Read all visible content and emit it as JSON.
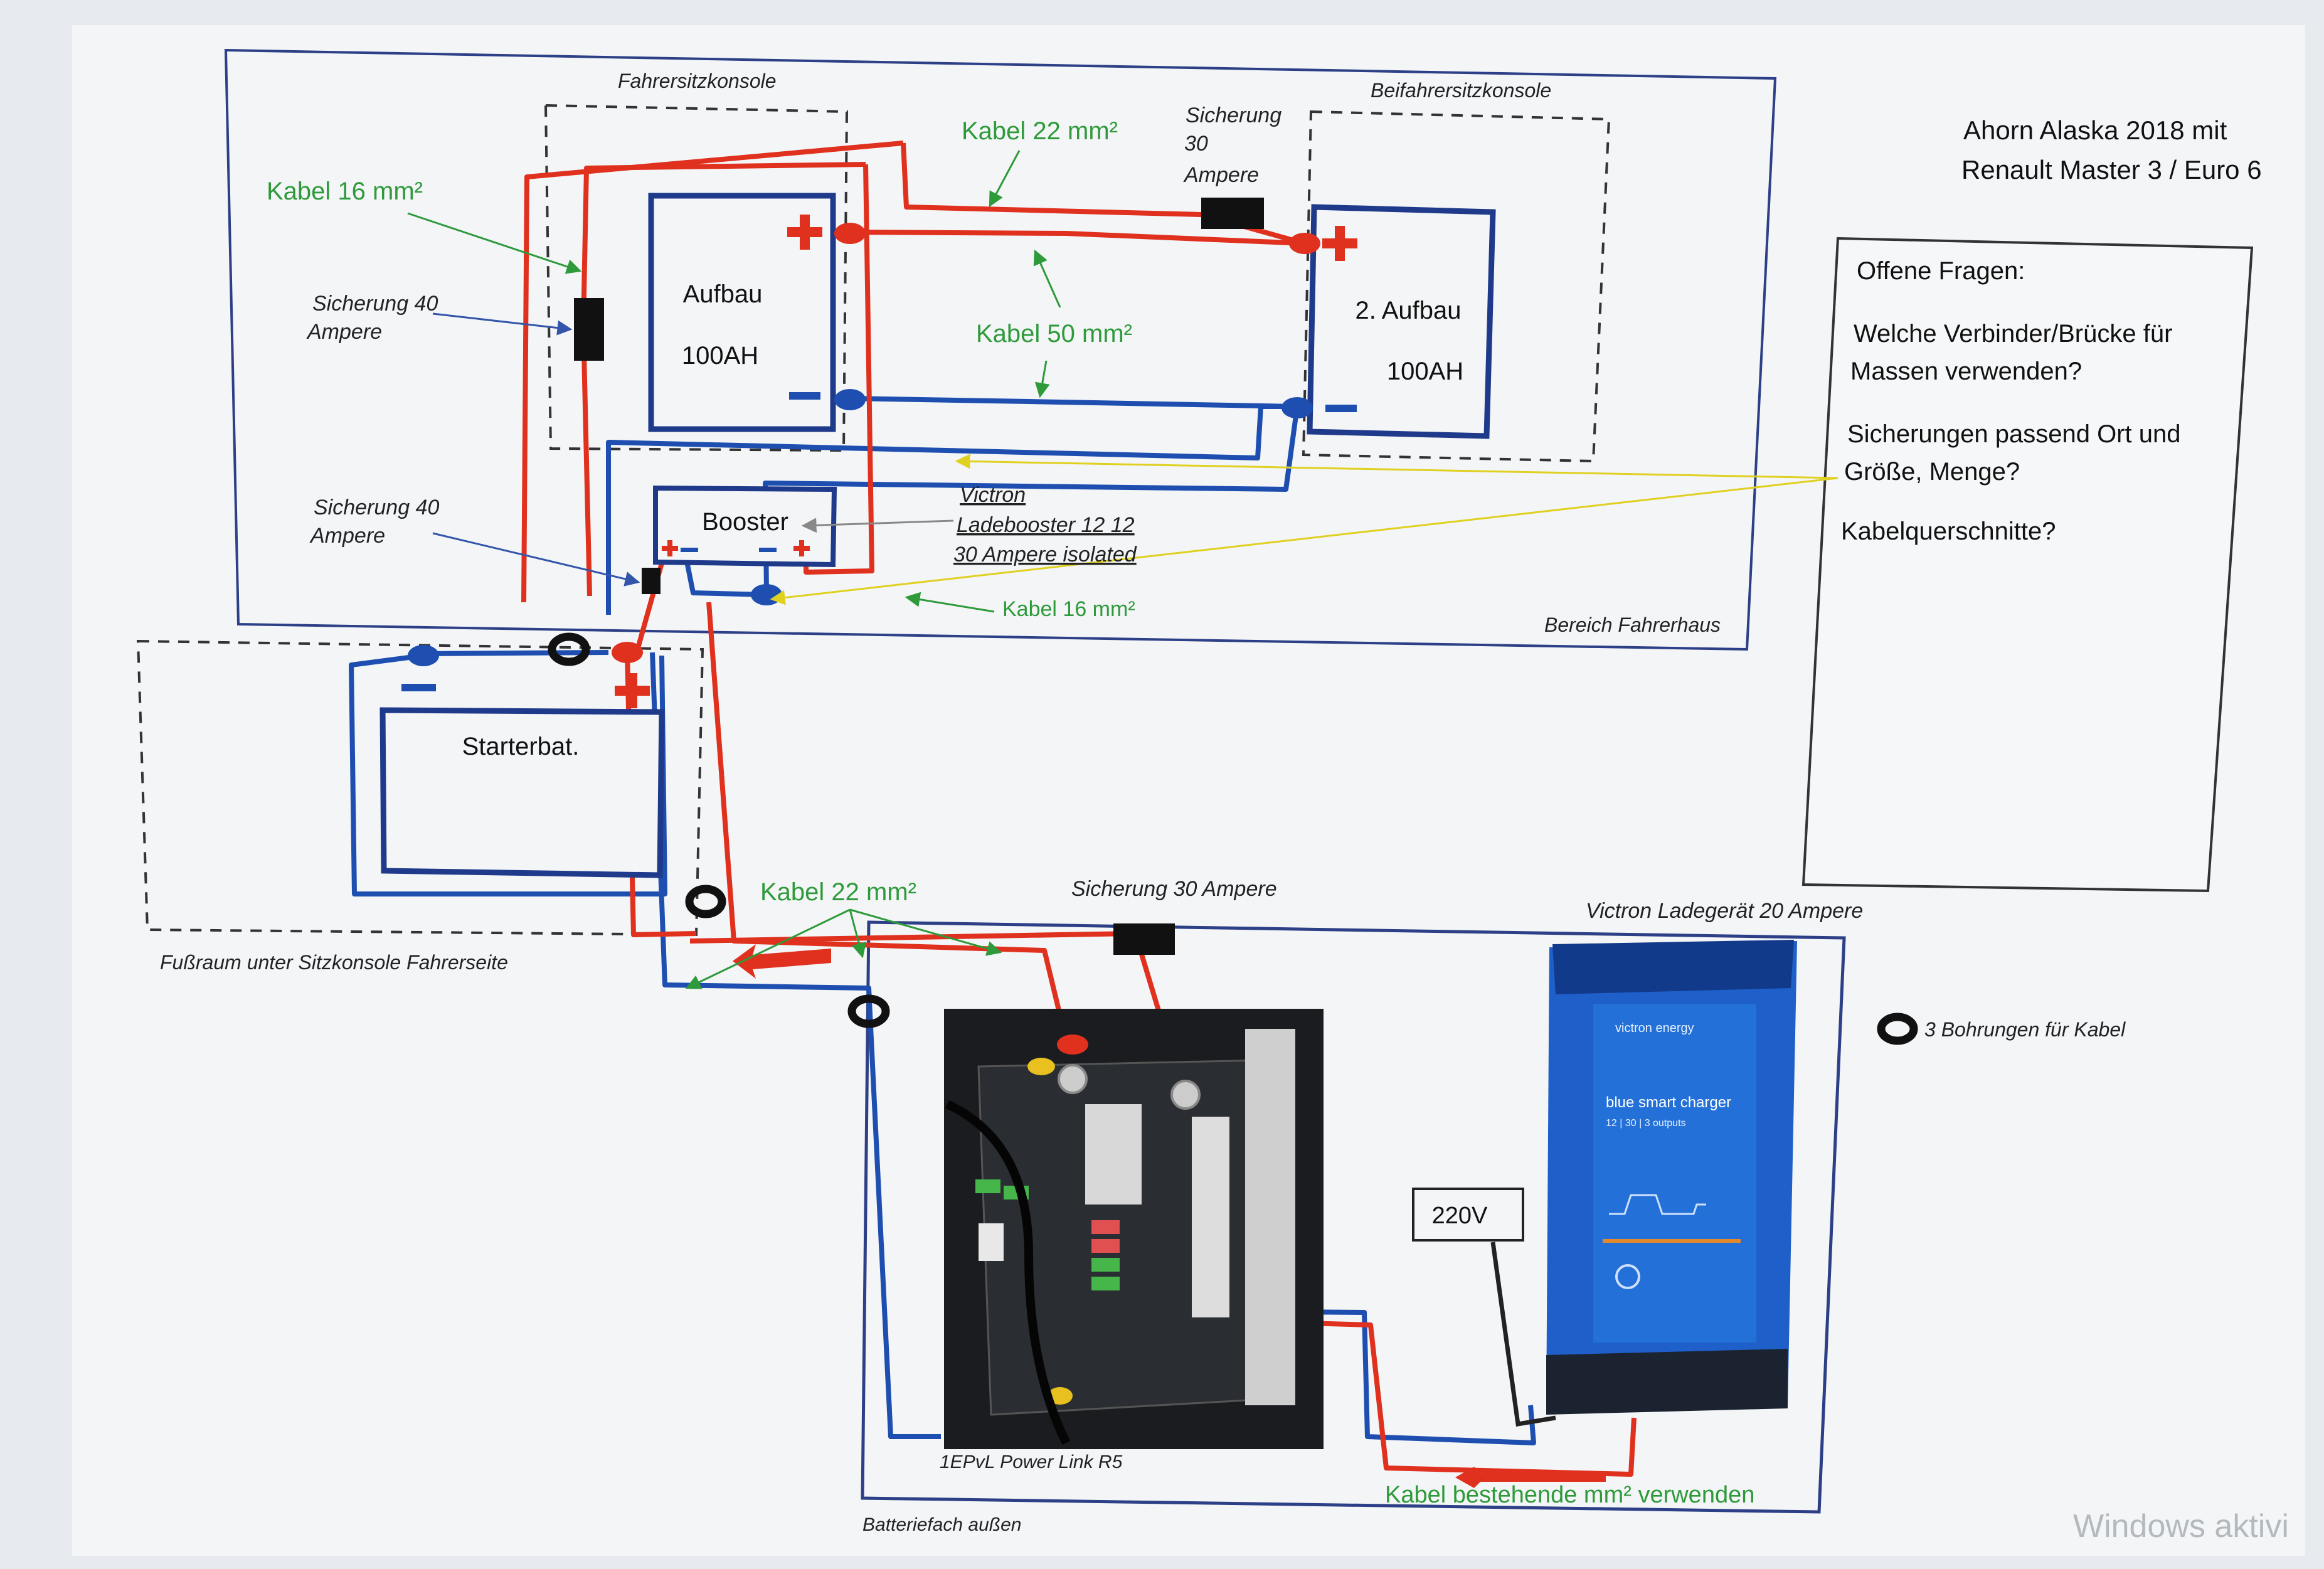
{
  "title": {
    "line1": "Ahorn Alaska 2018 mit",
    "line2": "Renault Master 3 / Euro 6"
  },
  "questions": {
    "heading": "Offene Fragen:",
    "q1_line1": "Welche Verbinder/Brücke für",
    "q1_line2": "Massen verwenden?",
    "q2_line1": "Sicherungen passend Ort und",
    "q2_line2": "Größe, Menge?",
    "q3": "Kabelquerschnitte?"
  },
  "regions": {
    "fahrersitzkonsole": "Fahrersitzkonsole",
    "beifahrersitzkonsole": "Beifahrersitzkonsole",
    "bereich_fahrerhaus": "Bereich Fahrerhaus",
    "fussraum": "Fußraum unter Sitzkonsole Fahrerseite",
    "batteriefach": "Batteriefach außen"
  },
  "components": {
    "aufbau1_line1": "Aufbau",
    "aufbau1_line2": "100AH",
    "aufbau2_line1": "2. Aufbau",
    "aufbau2_line2": "100AH",
    "booster": "Booster",
    "starterbat": "Starterbat.",
    "v220": "220V",
    "power_link": "1EPvL Power Link R5",
    "charger_brand": "victron energy",
    "charger_name": "blue smart charger",
    "charger_spec": "12 | 30 | 3 outputs"
  },
  "labels": {
    "kabel16_top": "Kabel 16 mm²",
    "kabel22_top": "Kabel 22 mm²",
    "kabel50": "Kabel 50 mm²",
    "kabel16_booster": "Kabel 16 mm²",
    "kabel22_bottom": "Kabel 22 mm²",
    "kabel_bestehend": "Kabel bestehende mm² verwenden",
    "sich40a_l1": "Sicherung 40",
    "sich40a_l2": "Ampere",
    "sich40b_l1": "Sicherung 40",
    "sich40b_l2": "Ampere",
    "sich30_l1": "Sicherung",
    "sich30_l2": "30",
    "sich30_l3": "Ampere",
    "sich30_bottom": "Sicherung 30 Ampere",
    "victron_booster_l1": "Victron",
    "victron_booster_l2": "Ladebooster 12 12",
    "victron_booster_l3": "30 Ampere isolated",
    "victron_charger": "Victron Ladegerät 20 Ampere",
    "bohrungen": "3 Bohrungen für Kabel",
    "watermark": "Windows aktivi"
  },
  "colors": {
    "red_cable": "#e0301e",
    "blue_cable": "#1e4fb0",
    "green_label": "#2e9a3a",
    "box_navy": "#1f3a8a",
    "yellow_line": "#e0d020"
  }
}
